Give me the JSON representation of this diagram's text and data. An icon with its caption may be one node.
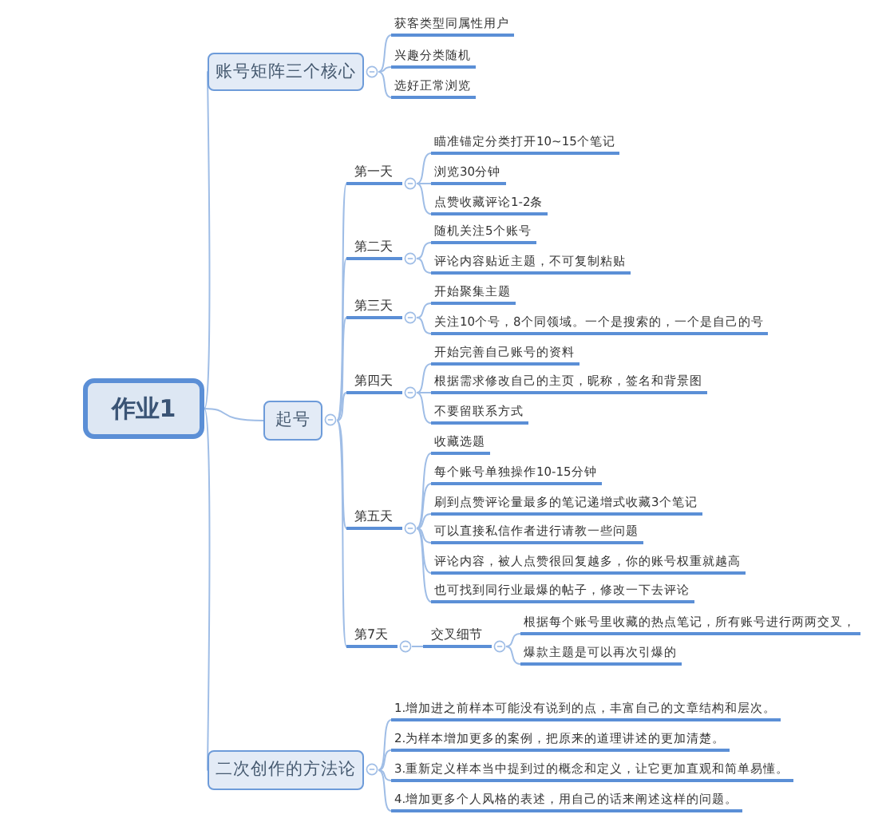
{
  "diagram": {
    "nodes": [
      {
        "text": [
          "作业1"
        ]
      },
      {
        "text": [
          "账号矩阵三个核心"
        ]
      },
      {
        "text": [
          "获客类型同属性用户"
        ]
      },
      {
        "text": [
          "兴趣分类随机"
        ]
      },
      {
        "text": [
          "选好正常浏览"
        ]
      },
      {
        "text": [
          "起号"
        ]
      },
      {
        "text": [
          "第一天"
        ]
      },
      {
        "text": [
          "瞄准锚定分类打开10~15个笔记"
        ]
      },
      {
        "text": [
          "浏览30分钟"
        ]
      },
      {
        "text": [
          "点赞收藏评论1-2条"
        ]
      },
      {
        "text": [
          "第二天"
        ]
      },
      {
        "text": [
          "随机关注5个账号"
        ]
      },
      {
        "text": [
          "评论内容贴近主题，不可复制粘贴"
        ]
      },
      {
        "text": [
          "第三天"
        ]
      },
      {
        "text": [
          "开始聚集主题"
        ]
      },
      {
        "text": [
          "关注10个号，8个同领域。一个是搜索的，一个是自己的号"
        ]
      },
      {
        "text": [
          "第四天"
        ]
      },
      {
        "text": [
          "开始完善自己账号的资料"
        ]
      },
      {
        "text": [
          "根据需求修改自己的主页，昵称，签名和背景图"
        ]
      },
      {
        "text": [
          "不要留联系方式"
        ]
      },
      {
        "text": [
          "第五天"
        ]
      },
      {
        "text": [
          "收藏选题"
        ]
      },
      {
        "text": [
          "每个账号单独操作10-15分钟"
        ]
      },
      {
        "text": [
          "刷到点赞评论量最多的笔记递增式收藏3个笔记"
        ]
      },
      {
        "text": [
          "可以直接私信作者进行请教一些问题"
        ]
      },
      {
        "text": [
          "评论内容，被人点赞很回复越多，你的账号权重就越高"
        ]
      },
      {
        "text": [
          "也可找到同行业最爆的帖子，修改一下去评论"
        ]
      },
      {
        "text": [
          "第7天"
        ]
      },
      {
        "text": [
          "交叉细节"
        ]
      },
      {
        "text": [
          "根据每个账号里收藏的热点笔记，所有账号进行两两交叉，"
        ]
      },
      {
        "text": [
          "爆款主题是可以再次引爆的"
        ]
      },
      {
        "text": [
          "二次创作的方法论"
        ]
      },
      {
        "text": [
          "1.增加进之前样本可能没有说到的点，丰富自己的文章结构和层次。"
        ]
      },
      {
        "text": [
          "2.为样本增加更多的案例，把原来的道理讲述的更加清楚。"
        ]
      },
      {
        "text": [
          "3.重新定义样本当中提到过的概念和定义，让它更加直观和简单易懂。"
        ]
      },
      {
        "text": [
          "4.增加更多个人风格的表述，用自己的话来阐述这样的问题。"
        ]
      }
    ],
    "edges": [
      {
        "from": 0,
        "to": 1,
        "arrow": "none"
      },
      {
        "from": 1,
        "to": 2,
        "arrow": "none"
      },
      {
        "from": 1,
        "to": 3,
        "arrow": "none"
      },
      {
        "from": 1,
        "to": 4,
        "arrow": "none"
      },
      {
        "from": 0,
        "to": 5,
        "arrow": "none"
      },
      {
        "from": 5,
        "to": 6,
        "arrow": "none"
      },
      {
        "from": 6,
        "to": 7,
        "arrow": "none"
      },
      {
        "from": 6,
        "to": 8,
        "arrow": "none"
      },
      {
        "from": 6,
        "to": 9,
        "arrow": "none"
      },
      {
        "from": 5,
        "to": 10,
        "arrow": "none"
      },
      {
        "from": 10,
        "to": 11,
        "arrow": "none"
      },
      {
        "from": 10,
        "to": 12,
        "arrow": "none"
      },
      {
        "from": 5,
        "to": 13,
        "arrow": "none"
      },
      {
        "from": 13,
        "to": 14,
        "arrow": "none"
      },
      {
        "from": 13,
        "to": 15,
        "arrow": "none"
      },
      {
        "from": 5,
        "to": 16,
        "arrow": "none"
      },
      {
        "from": 16,
        "to": 17,
        "arrow": "none"
      },
      {
        "from": 16,
        "to": 18,
        "arrow": "none"
      },
      {
        "from": 16,
        "to": 19,
        "arrow": "none"
      },
      {
        "from": 5,
        "to": 20,
        "arrow": "none"
      },
      {
        "from": 20,
        "to": 21,
        "arrow": "none"
      },
      {
        "from": 20,
        "to": 22,
        "arrow": "none"
      },
      {
        "from": 20,
        "to": 23,
        "arrow": "none"
      },
      {
        "from": 20,
        "to": 24,
        "arrow": "none"
      },
      {
        "from": 20,
        "to": 25,
        "arrow": "none"
      },
      {
        "from": 20,
        "to": 26,
        "arrow": "none"
      },
      {
        "from": 5,
        "to": 27,
        "arrow": "none"
      },
      {
        "from": 27,
        "to": 28,
        "arrow": "none"
      },
      {
        "from": 28,
        "to": 29,
        "arrow": "none"
      },
      {
        "from": 28,
        "to": 30,
        "arrow": "none"
      },
      {
        "from": 0,
        "to": 31,
        "arrow": "none"
      },
      {
        "from": 31,
        "to": 32,
        "arrow": "none"
      },
      {
        "from": 31,
        "to": 33,
        "arrow": "none"
      },
      {
        "from": 31,
        "to": 34,
        "arrow": "none"
      },
      {
        "from": 31,
        "to": 35,
        "arrow": "none"
      }
    ]
  }
}
